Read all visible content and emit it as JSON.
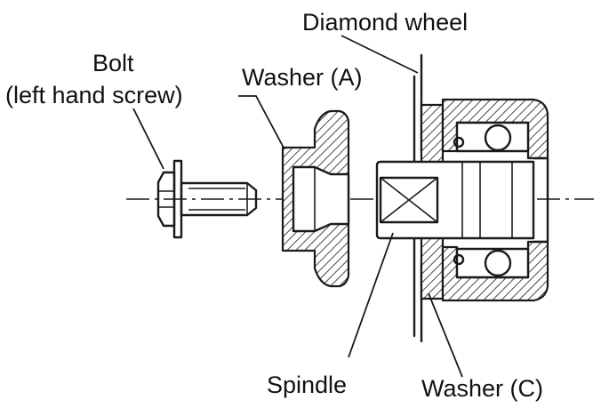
{
  "labels": {
    "diamond_wheel": "Diamond wheel",
    "bolt": "Bolt",
    "bolt_note": "(left hand screw)",
    "washer_a": "Washer (A)",
    "spindle": "Spindle",
    "washer_c": "Washer (C)"
  }
}
